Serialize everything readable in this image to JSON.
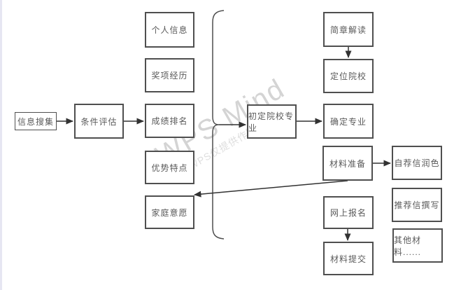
{
  "watermark": {
    "title": "WPS Mind",
    "subtitle": "WPS仅提供作图工具"
  },
  "flowchart": {
    "nodes": {
      "info_collect": {
        "label": "信息搜集"
      },
      "condition_eval": {
        "label": "条件评估"
      },
      "personal_info": {
        "label": "个人信息"
      },
      "awards": {
        "label": "奖项经历"
      },
      "grades": {
        "label": "成绩排名"
      },
      "strengths": {
        "label": "优势特点"
      },
      "family": {
        "label": "家庭意愿"
      },
      "initial_school": {
        "label": "初定院校专业"
      },
      "brochure": {
        "label": "简章解读"
      },
      "locate_school": {
        "label": "定位院校"
      },
      "confirm_major": {
        "label": "确定专业"
      },
      "material_prep": {
        "label": "材料准备"
      },
      "online_reg": {
        "label": "网上报名"
      },
      "material_submit": {
        "label": "材料提交"
      },
      "self_letter": {
        "label": "自荐信润色"
      },
      "rec_letter": {
        "label": "推荐信撰写"
      },
      "other_materials": {
        "label": "其他材料......"
      }
    },
    "connections": [
      "信息搜集 → 条件评估",
      "条件评估 → 成绩排名",
      "{个人信息,奖项经历,成绩排名,优势特点,家庭意愿} → 初定院校专业",
      "初定院校专业 → 确定专业",
      "简章解读 → 定位院校",
      "材料准备 → 自荐信润色",
      "材料准备 → 网上报名",
      "网上报名 → 材料提交"
    ]
  },
  "colors": {
    "node_border": "#4f4f4f",
    "node_text": "#5a5a5a",
    "arrow": "#323232",
    "watermark_big": "#d4d4d4",
    "watermark_small": "#dedede",
    "left_strip": "#e6e6f2",
    "background": "#ffffff"
  }
}
